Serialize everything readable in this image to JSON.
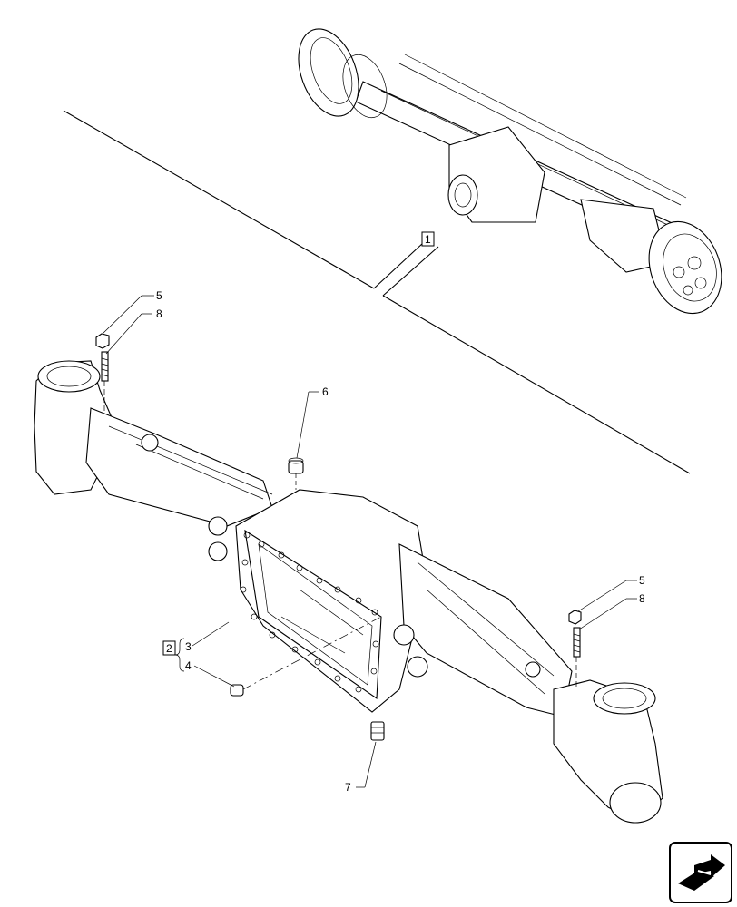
{
  "callouts": {
    "assembly": "1",
    "group": "2",
    "group_item_a": "3",
    "group_item_b": "4",
    "left_top_5": "5",
    "left_top_8": "8",
    "center_6": "6",
    "bottom_7": "7",
    "right_5": "5",
    "right_8": "8"
  },
  "icons": {
    "nav": "next-page-arrow-icon"
  }
}
